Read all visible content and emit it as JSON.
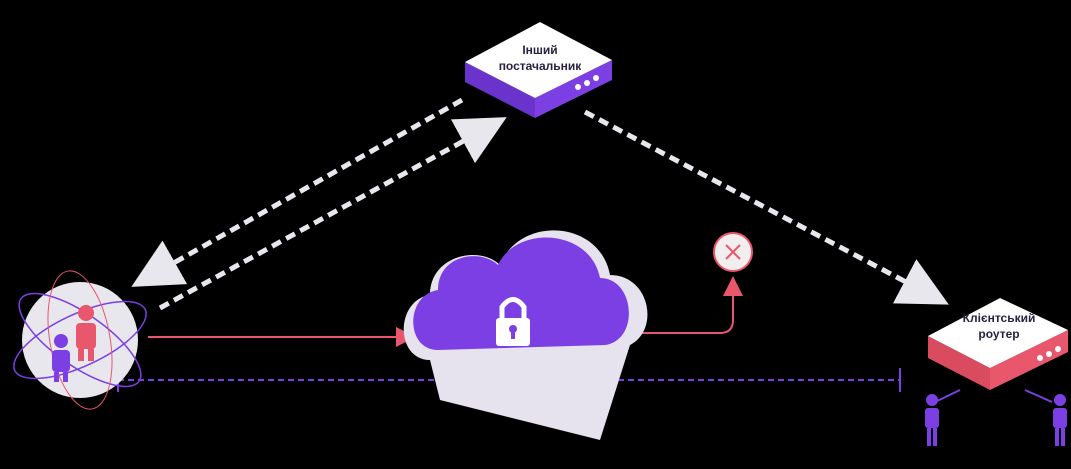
{
  "nodes": {
    "other_provider": {
      "line1": "Інший",
      "line2": "постачальник"
    },
    "client_router": {
      "line1": "Клієнтський",
      "line2": "роутер"
    }
  },
  "colors": {
    "background": "#000000",
    "accent_purple": "#7b3fe4",
    "accent_red": "#e8576b",
    "arrow_gray": "#e9e7ee",
    "box_top": "#ffffff",
    "box_side": "#7b3fe4",
    "router_side": "#e8576b"
  },
  "icons": [
    "server-box-icon",
    "router-box-icon",
    "cloud-lock-icon",
    "users-globe-icon",
    "blocked-x-icon",
    "person-icon"
  ]
}
